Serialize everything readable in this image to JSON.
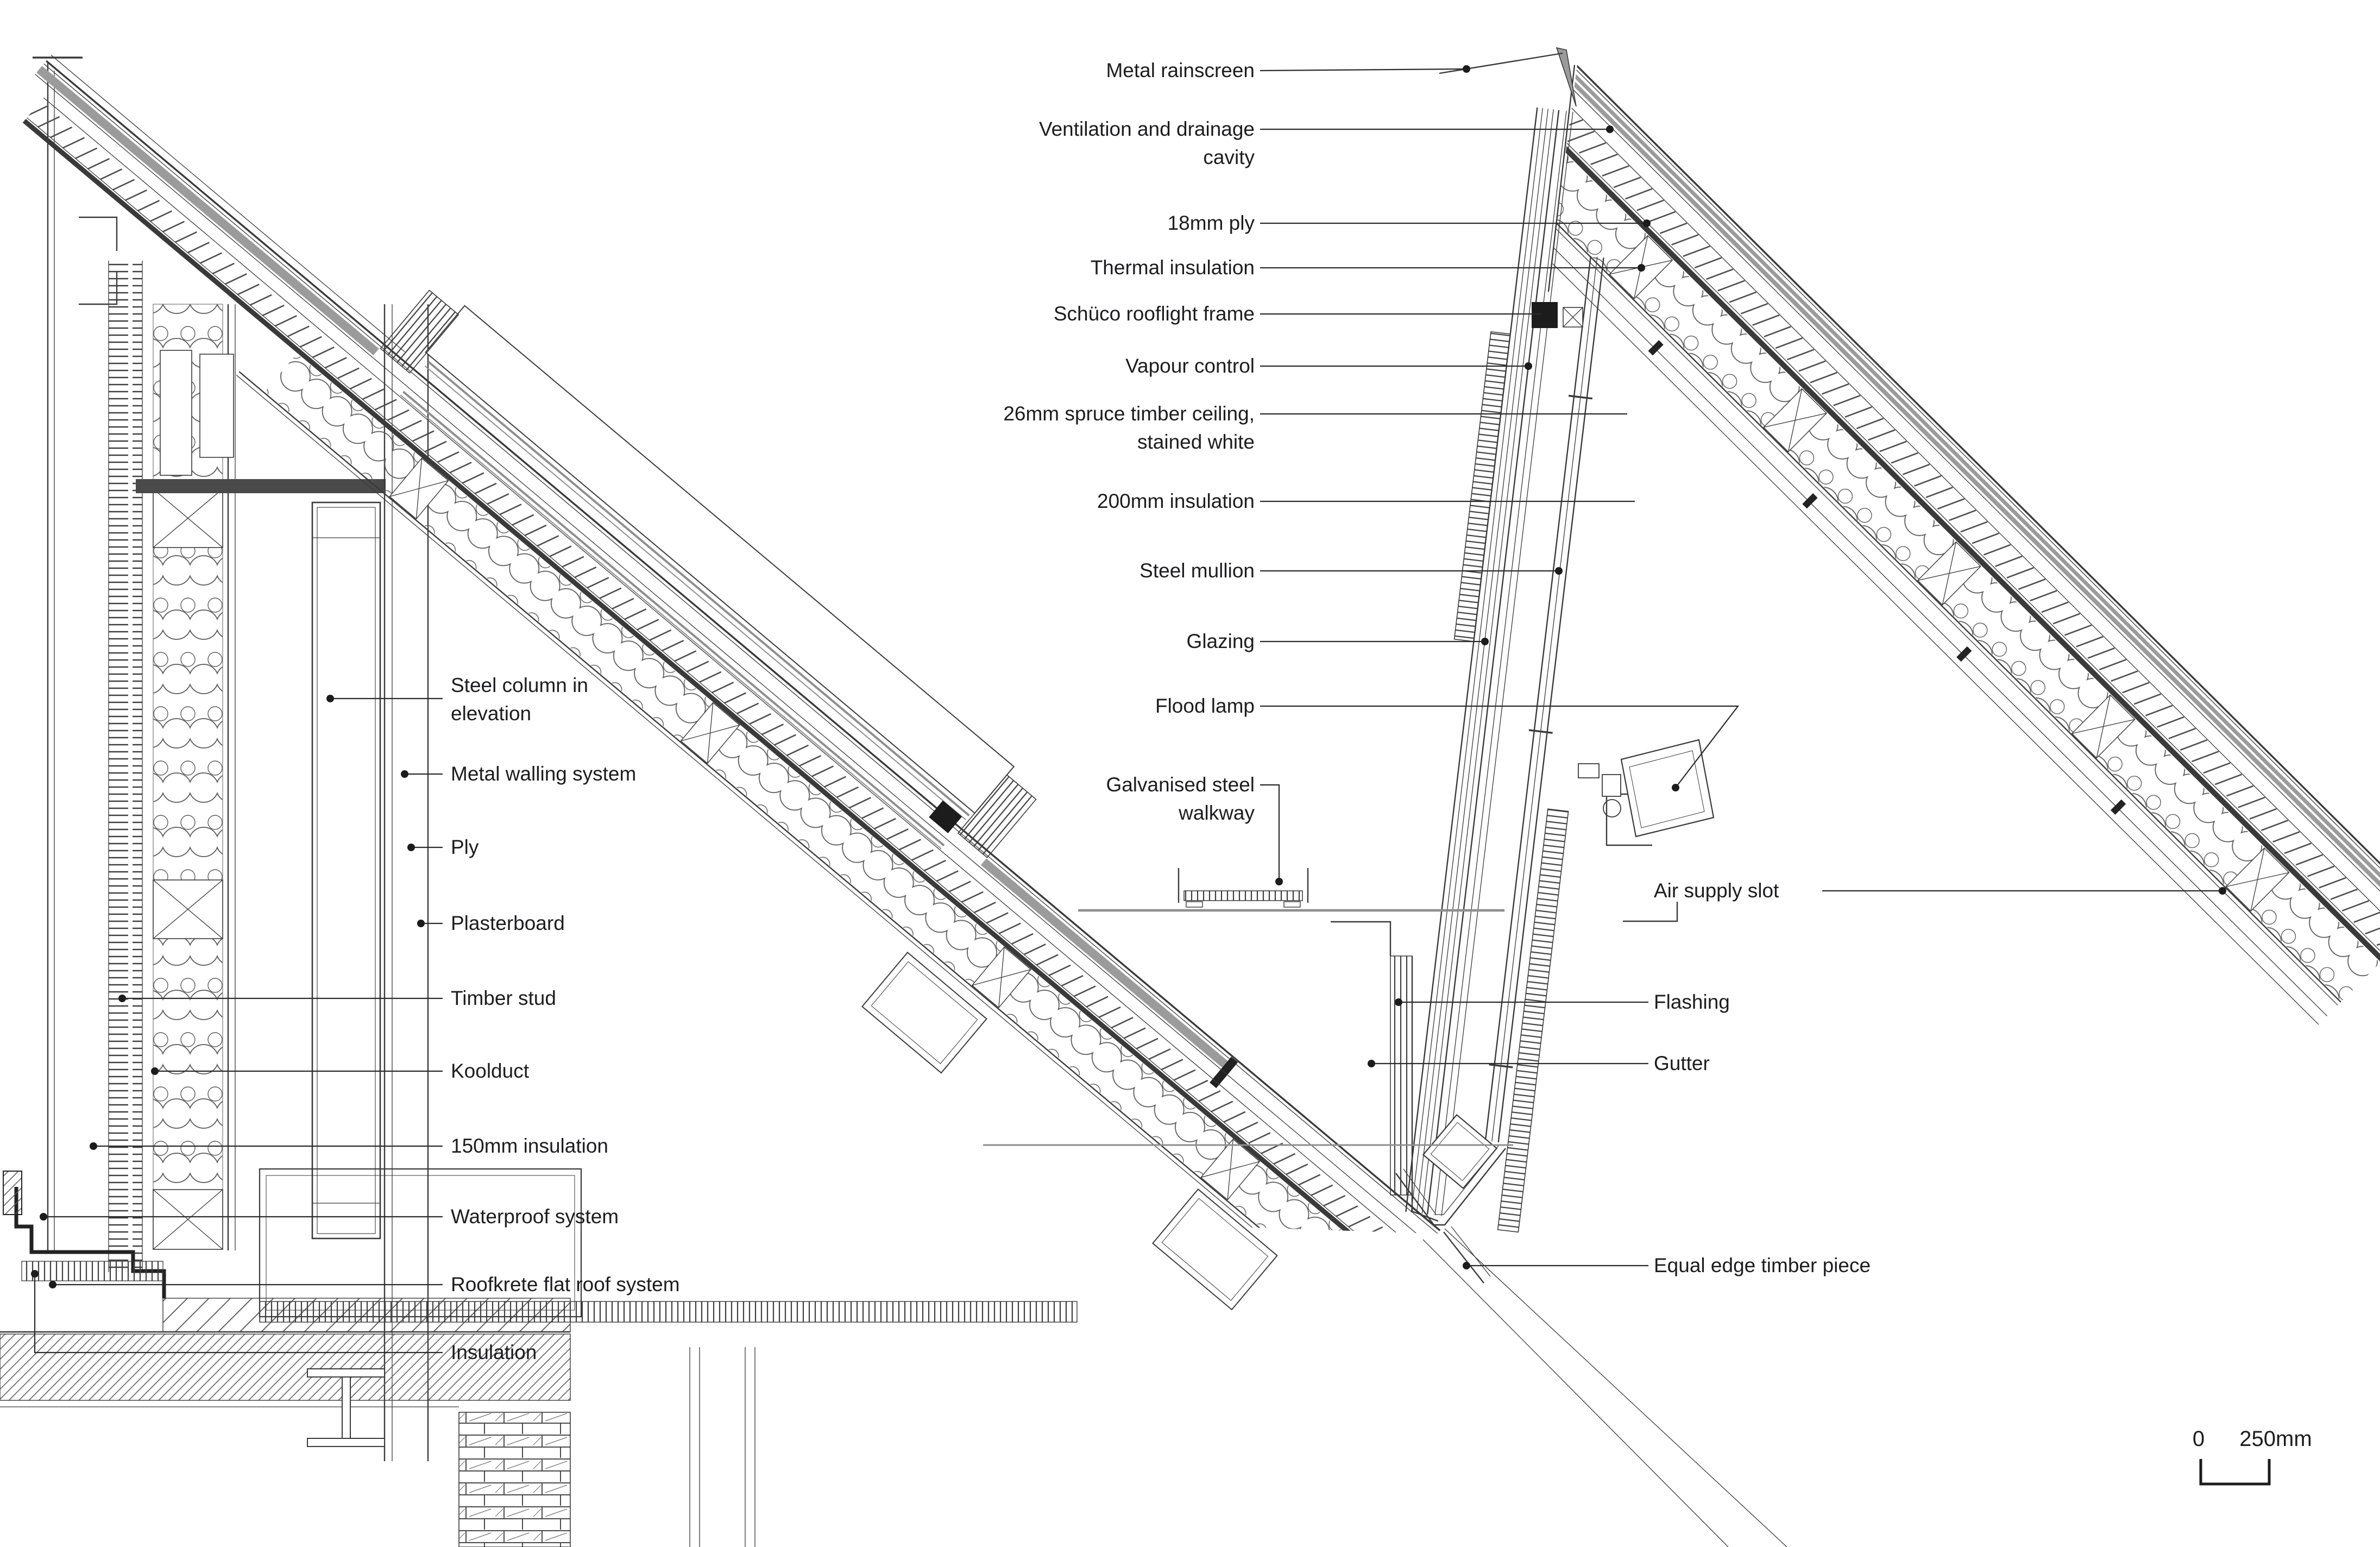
{
  "drawing": {
    "type": "architectural-roof-section-detail",
    "callouts": {
      "metal_rainscreen": "Metal rainscreen",
      "ventilation_line1": "Ventilation and drainage",
      "ventilation_line2": "cavity",
      "ply_18mm": "18mm ply",
      "thermal_insulation": "Thermal insulation",
      "schuco_rooflight_frame": "Schüco rooflight frame",
      "vapour_control": "Vapour control",
      "spruce_ceiling_line1": "26mm spruce timber ceiling,",
      "spruce_ceiling_line2": "stained white",
      "insulation_200mm": "200mm insulation",
      "steel_mullion": "Steel mullion",
      "glazing": "Glazing",
      "flood_lamp": "Flood lamp",
      "walkway_line1": "Galvanised steel",
      "walkway_line2": "walkway",
      "air_supply_slot": "Air supply slot",
      "flashing": "Flashing",
      "gutter": "Gutter",
      "equal_edge_timber": "Equal edge timber piece",
      "steel_column_line1": "Steel column in",
      "steel_column_line2": "elevation",
      "metal_walling": "Metal walling system",
      "ply": "Ply",
      "plasterboard": "Plasterboard",
      "timber_stud": "Timber stud",
      "koolduct": "Koolduct",
      "insulation_150mm": "150mm insulation",
      "waterproof_system": "Waterproof system",
      "roofkrete": "Roofkrete flat roof system",
      "insulation": "Insulation"
    },
    "scale_bar": {
      "zero": "0",
      "max": "250mm"
    },
    "colors": {
      "background": "#ffffff",
      "line": "#3a3a3a",
      "rainscreen_grey": "#9b9b9b",
      "text": "#1d1d1f"
    }
  }
}
